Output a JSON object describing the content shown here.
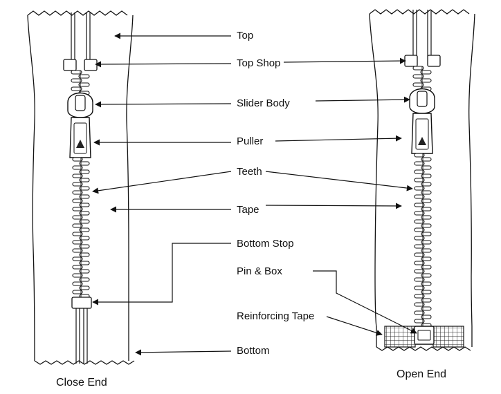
{
  "labels": {
    "top": "Top",
    "top_stop": "Top Shop",
    "slider_body": "Slider Body",
    "puller": "Puller",
    "teeth": "Teeth",
    "tape": "Tape",
    "bottom_stop": "Bottom Stop",
    "pin_box": "Pin & Box",
    "reinforcing_tape": "Reinforcing Tape",
    "bottom": "Bottom"
  },
  "captions": {
    "close_end": "Close End",
    "open_end": "Open End"
  },
  "colors": {
    "line": "#111111",
    "background": "#ffffff"
  }
}
